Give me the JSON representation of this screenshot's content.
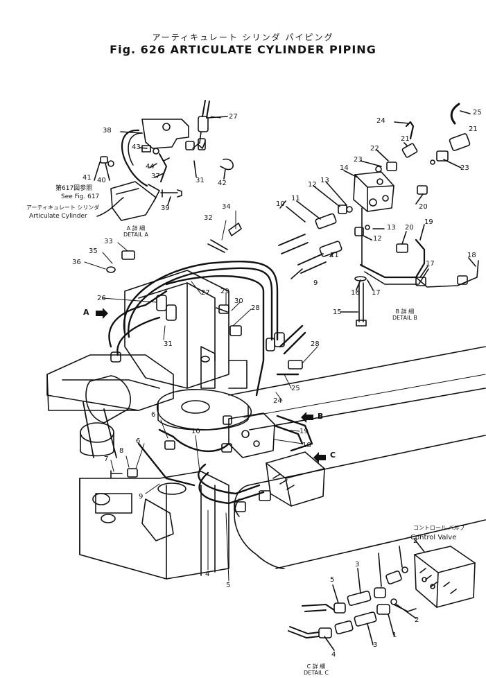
{
  "title": {
    "japanese": "アーティキュレート シリンダ パイピング",
    "english": "Fig. 626 ARTICULATE CYLINDER PIPING"
  },
  "notes": {
    "see_fig_jp": "第617図参照",
    "see_fig_en": "See Fig. 617",
    "articulate_cylinder_jp": "アーティキュレート シリンダ",
    "articulate_cylinder_en": "Articulate Cylinder",
    "control_valve_jp": "コントロール バルブ",
    "control_valve_en": "Control Valve"
  },
  "details": {
    "a_jp": "A 詳 細",
    "a_en": "DETAIL A",
    "b_jp": "B 詳 細",
    "b_en": "DETAIL B",
    "c_jp": "C 詳 細",
    "c_en": "DETAIL C"
  },
  "view_arrows": {
    "a": "A",
    "b": "B",
    "c": "C"
  },
  "part_numbers": {
    "p1": "1",
    "p2a": "2",
    "p2b": "2",
    "p3a": "3",
    "p3b": "3",
    "p4a": "4",
    "p4b": "4",
    "p5a": "5",
    "p5b": "5",
    "p6a": "6",
    "p6b": "6",
    "p7": "7",
    "p8": "8",
    "p9a": "9",
    "p9b": "9",
    "p10a": "10",
    "p10b": "10",
    "p11a": "11",
    "p11b": "11",
    "p12a": "12",
    "p12b": "12",
    "p13a": "13",
    "p13b": "13",
    "p14": "14",
    "p15": "15",
    "p16": "16",
    "p17a": "17",
    "p17b": "17",
    "p18a": "18",
    "p18b": "18",
    "p19a": "19",
    "p19b": "19",
    "p20a": "20",
    "p20b": "20",
    "p21a": "21",
    "p21b": "21",
    "p22": "22",
    "p23a": "23",
    "p23b": "23",
    "p24a": "24",
    "p24b": "24",
    "p25a": "25",
    "p25b": "25",
    "p26": "26",
    "p27a": "27",
    "p27b": "27",
    "p28a": "28",
    "p28b": "28",
    "p29": "29",
    "p30": "30",
    "p31a": "31",
    "p31b": "31",
    "p32": "32",
    "p33": "33",
    "p34": "34",
    "p35": "35",
    "p36": "36",
    "p37": "37",
    "p38": "38",
    "p39": "39",
    "p40": "40",
    "p41": "41",
    "p42": "42",
    "p43": "43",
    "p44": "44"
  }
}
